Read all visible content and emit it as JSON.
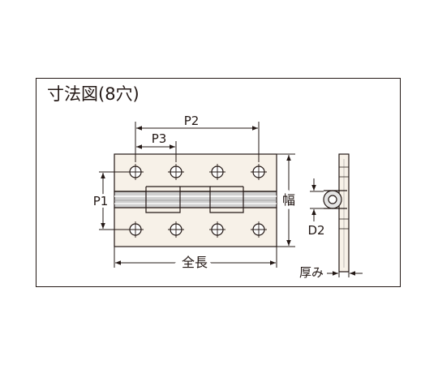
{
  "title": "寸法図(8穴)",
  "labels": {
    "p1": "P1",
    "p2": "P2",
    "p3": "P3",
    "width": "幅",
    "d2": "D2",
    "total_length": "全長",
    "thickness": "厚み"
  },
  "colors": {
    "line": "#231815",
    "plate": "#f7f1e8",
    "shade": "#c9c9c9"
  }
}
